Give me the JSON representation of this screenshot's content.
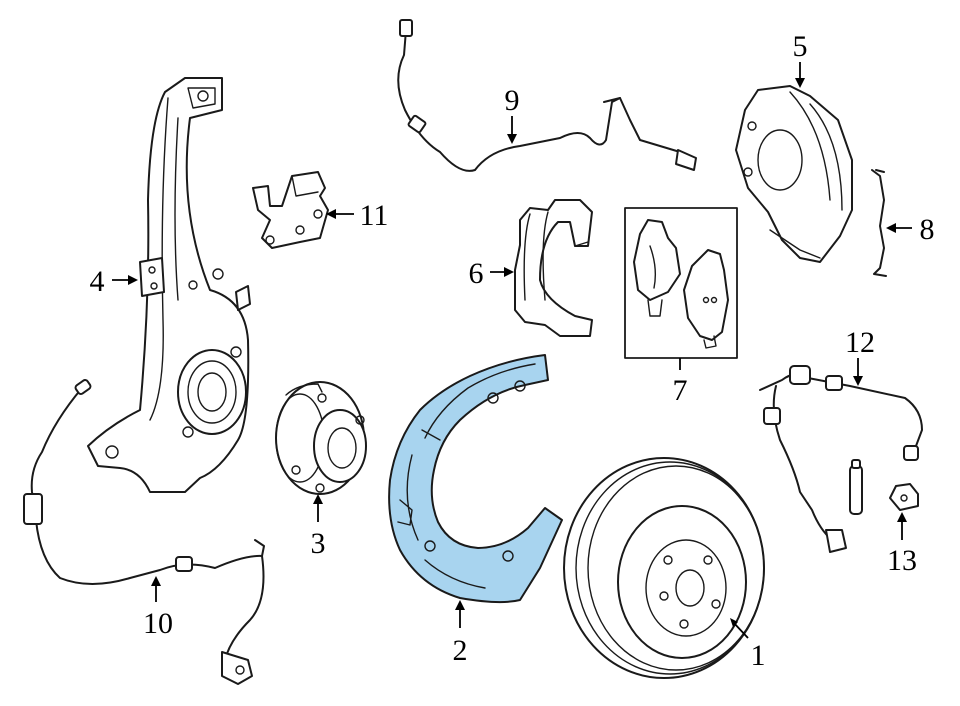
{
  "colors": {
    "highlight": "#a8d4ef",
    "line": "#1a1a1a",
    "background": "#ffffff"
  },
  "callouts": [
    {
      "id": "1",
      "label": "1"
    },
    {
      "id": "2",
      "label": "2"
    },
    {
      "id": "3",
      "label": "3"
    },
    {
      "id": "4",
      "label": "4"
    },
    {
      "id": "5",
      "label": "5"
    },
    {
      "id": "6",
      "label": "6"
    },
    {
      "id": "7",
      "label": "7"
    },
    {
      "id": "8",
      "label": "8"
    },
    {
      "id": "9",
      "label": "9"
    },
    {
      "id": "10",
      "label": "10"
    },
    {
      "id": "11",
      "label": "11"
    },
    {
      "id": "12",
      "label": "12"
    },
    {
      "id": "13",
      "label": "13"
    }
  ],
  "highlighted_part": "2"
}
